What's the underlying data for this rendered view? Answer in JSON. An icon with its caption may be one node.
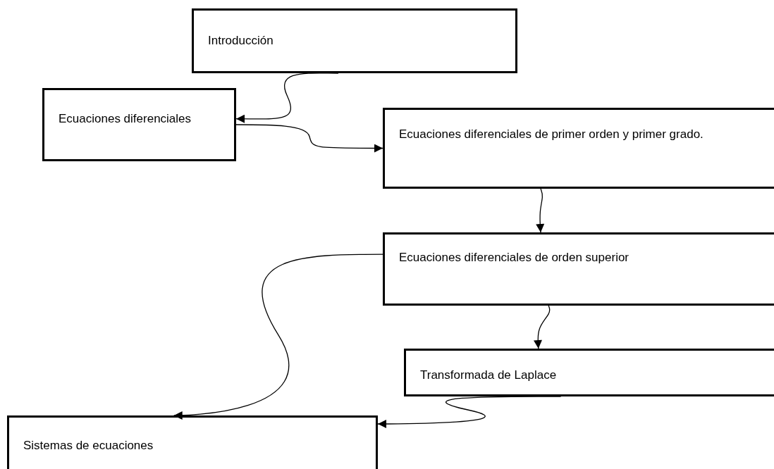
{
  "diagram": {
    "nodes": [
      {
        "text": [
          "Introducción"
        ]
      },
      {
        "text": [
          "Ecuaciones diferenciales"
        ]
      },
      {
        "text": [
          "Ecuaciones diferenciales de primer orden y primer grado."
        ]
      },
      {
        "text": [
          "Ecuaciones diferenciales de orden superior"
        ]
      },
      {
        "text": [
          "Transformada de Laplace"
        ]
      },
      {
        "text": [
          "Sistemas de ecuaciones"
        ]
      }
    ],
    "edges": [
      {
        "from": 0,
        "to": 1,
        "arrow": "to"
      },
      {
        "from": 1,
        "to": 2,
        "arrow": "to"
      },
      {
        "from": 2,
        "to": 3,
        "arrow": "to"
      },
      {
        "from": 3,
        "to": 5,
        "arrow": "to"
      },
      {
        "from": 3,
        "to": 4,
        "arrow": "to"
      },
      {
        "from": 4,
        "to": 5,
        "arrow": "to"
      }
    ]
  }
}
